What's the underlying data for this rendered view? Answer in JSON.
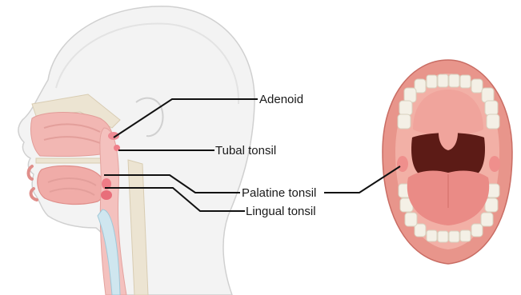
{
  "labels": {
    "adenoid": "Adenoid",
    "tubal_tonsil": "Tubal tonsil",
    "palatine_tonsil": "Palatine tonsil",
    "lingual_tonsil": "Lingual tonsil"
  },
  "colors": {
    "skin": "#f2f2f2",
    "skin_outline": "#cfcfcf",
    "tissue": "#f2b3b0",
    "tissue_dark": "#e58b88",
    "tonsil": "#ee7b86",
    "mouth_lip": "#e88f86",
    "mouth_inner": "#5a1a14",
    "tongue": "#ea8a84",
    "teeth": "#f3efe6",
    "line": "#111111"
  }
}
